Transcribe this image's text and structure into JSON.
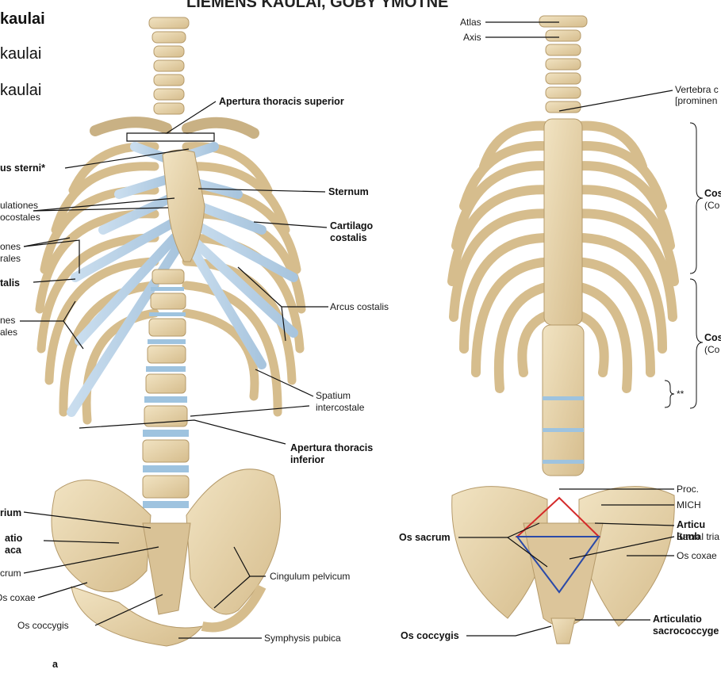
{
  "colors": {
    "bone": "#e8d7b2",
    "bone_edge": "#b59a6a",
    "bone_shadow": "#c9b184",
    "cartilage": "#b9d2e6",
    "cartilage_edge": "#8fb0cc",
    "disc": "#9ec3df",
    "diamond_red": "#d42a2a",
    "diamond_blue": "#2b4aa8"
  },
  "slide_text": {
    "line1": "kaulai",
    "line2": "kaulai",
    "line3": "kaulai"
  },
  "figure_a": {
    "panel_letter": "a",
    "labels": {
      "apertura_sup": "Apertura thoracis superior",
      "angulus": "us sterni*",
      "sternum": "Sternum",
      "articulationes_1": "ulationes",
      "articulationes_2": "ocostales",
      "cartilago_1": "Cartilago",
      "cartilago_2": "costalis",
      "junctiones_1": "ones",
      "junctiones_2": "rales",
      "costalis": "talis",
      "arcus": "Arcus costalis",
      "interchondrales_1": "nes",
      "interchondrales_2": "ales",
      "spatium_1": "Spatium",
      "spatium_2": "intercostale",
      "apertura_inf_1": "Apertura thoracis",
      "apertura_inf_2": "inferior",
      "rium": "rium",
      "atio_1": "atio",
      "atio_2": "aca",
      "crum": "crum",
      "coxae": "Os coxae",
      "cingulum": "Cingulum pelvicum",
      "coccygis": "Os coccygis",
      "symphysis": "Symphysis pubica"
    }
  },
  "figure_b": {
    "labels": {
      "atlas": "Atlas",
      "axis": "Axis",
      "vertebra_1": "Vertebra c",
      "vertebra_2": "[prominen",
      "cos1_1": "Cos",
      "cos1_2": "(Co",
      "cos2_1": "Cos",
      "cos2_2": "(Co",
      "asterisks": "**",
      "proc": "Proc.",
      "mich": "MICH",
      "articu_1": "Articu",
      "articu_2": "lumb",
      "os_sacrum": "Os sacrum",
      "sacral_tria": "Sacral tria",
      "os_coxae": "Os coxae",
      "os_coccygis": "Os coccygis",
      "articulatio_1": "Articulatio",
      "articulatio_2": "sacrococcyge"
    }
  }
}
